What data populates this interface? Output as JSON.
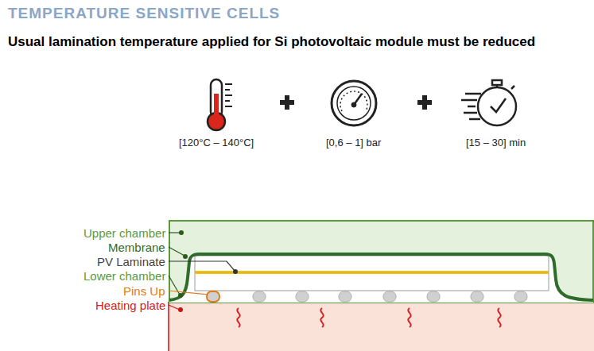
{
  "diagram": {
    "title": "TEMPERATURE SENSITIVE CELLS",
    "labels": [
      "Usual lamination temperature applied for Si photovoltaic module must be reduced",
      "[120°C – 140°C]",
      "[0,6 – 1] bar",
      "[15 – 30] min",
      "Upper chamber",
      "Membrane",
      "PV Laminate",
      "Lower chamber",
      "Pins Up",
      "Heating plate"
    ]
  }
}
